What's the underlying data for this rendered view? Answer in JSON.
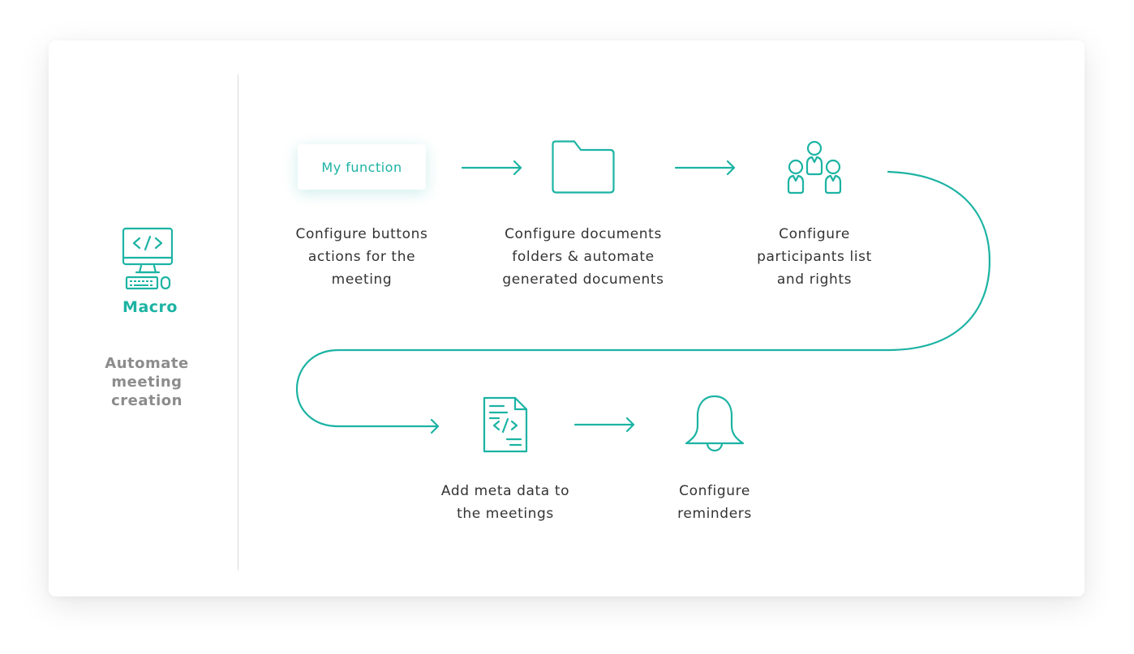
{
  "left_panel": {
    "title": "Macro",
    "description": "Automate meeting creation"
  },
  "steps": [
    {
      "id": "buttons",
      "icon": "function-button",
      "button_label": "My function",
      "label": "Configure buttons actions for the meeting"
    },
    {
      "id": "documents",
      "icon": "folder-icon",
      "label": "Configure documents folders & automate generated documents"
    },
    {
      "id": "participants",
      "icon": "people-icon",
      "label": "Configure participants list and rights"
    },
    {
      "id": "metadata",
      "icon": "code-document-icon",
      "label": "Add meta data to the meetings"
    },
    {
      "id": "reminders",
      "icon": "bell-icon",
      "label": "Configure reminders"
    }
  ],
  "colors": {
    "accent": "#1cb3a3",
    "text": "#333333",
    "muted": "#8c8c8c",
    "divider": "#d9d9d9"
  }
}
